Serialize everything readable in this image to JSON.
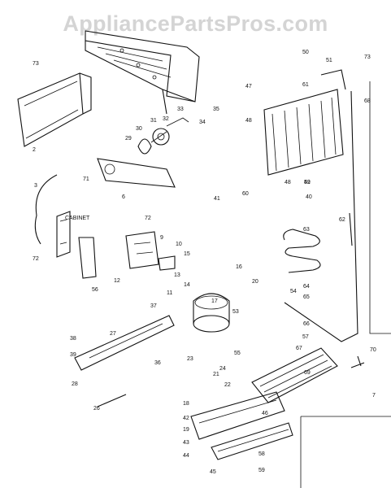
{
  "watermark": "AppliancePartsPros.com",
  "labels": [
    {
      "id": "p73",
      "text": "73"
    },
    {
      "id": "p2",
      "text": "2"
    },
    {
      "id": "p33",
      "text": "33"
    },
    {
      "id": "p35",
      "text": "35"
    },
    {
      "id": "p31",
      "text": "31"
    },
    {
      "id": "p32",
      "text": "32"
    },
    {
      "id": "p30",
      "text": "30"
    },
    {
      "id": "p29",
      "text": "29"
    },
    {
      "id": "p34",
      "text": "34"
    },
    {
      "id": "p71",
      "text": "71"
    },
    {
      "id": "p6",
      "text": "6"
    },
    {
      "id": "p72a",
      "text": "72"
    },
    {
      "id": "p41",
      "text": "41"
    },
    {
      "id": "p3",
      "text": "3"
    },
    {
      "id": "cabinet",
      "text": "CABINET"
    },
    {
      "id": "p72b",
      "text": "72"
    },
    {
      "id": "p56",
      "text": "56"
    },
    {
      "id": "p9",
      "text": "9"
    },
    {
      "id": "p10",
      "text": "10"
    },
    {
      "id": "p15",
      "text": "15"
    },
    {
      "id": "p12",
      "text": "12"
    },
    {
      "id": "p11",
      "text": "11"
    },
    {
      "id": "p14",
      "text": "14"
    },
    {
      "id": "p13",
      "text": "13"
    },
    {
      "id": "p37",
      "text": "37"
    },
    {
      "id": "p27",
      "text": "27"
    },
    {
      "id": "p38",
      "text": "38"
    },
    {
      "id": "p39",
      "text": "39"
    },
    {
      "id": "p28",
      "text": "28"
    },
    {
      "id": "p36",
      "text": "36"
    },
    {
      "id": "p23",
      "text": "23"
    },
    {
      "id": "p21",
      "text": "21"
    },
    {
      "id": "p22",
      "text": "22"
    },
    {
      "id": "p18",
      "text": "18"
    },
    {
      "id": "p19",
      "text": "19"
    },
    {
      "id": "p42",
      "text": "42"
    },
    {
      "id": "p43",
      "text": "43"
    },
    {
      "id": "p44",
      "text": "44"
    },
    {
      "id": "p45",
      "text": "45"
    },
    {
      "id": "p16",
      "text": "16"
    },
    {
      "id": "p17",
      "text": "17"
    },
    {
      "id": "p20",
      "text": "20"
    },
    {
      "id": "p53",
      "text": "53"
    },
    {
      "id": "p55",
      "text": "55"
    },
    {
      "id": "p59",
      "text": "59"
    },
    {
      "id": "p58",
      "text": "58"
    },
    {
      "id": "p57",
      "text": "57"
    },
    {
      "id": "p51",
      "text": "51"
    },
    {
      "id": "p50",
      "text": "50"
    },
    {
      "id": "p47",
      "text": "47"
    },
    {
      "id": "p48",
      "text": "48"
    },
    {
      "id": "p61",
      "text": "61"
    },
    {
      "id": "p73b",
      "text": "73"
    },
    {
      "id": "p68",
      "text": "68"
    },
    {
      "id": "p48b",
      "text": "48"
    },
    {
      "id": "p52",
      "text": "52"
    },
    {
      "id": "p40",
      "text": "40"
    },
    {
      "id": "p62",
      "text": "62"
    },
    {
      "id": "p63",
      "text": "63"
    },
    {
      "id": "p64",
      "text": "64"
    },
    {
      "id": "p65",
      "text": "65"
    },
    {
      "id": "p66",
      "text": "66"
    },
    {
      "id": "p67",
      "text": "67"
    },
    {
      "id": "p70",
      "text": "70"
    },
    {
      "id": "p7",
      "text": "7"
    },
    {
      "id": "p69",
      "text": "69"
    },
    {
      "id": "p60",
      "text": "60"
    },
    {
      "id": "p49",
      "text": "49"
    },
    {
      "id": "p46",
      "text": "46"
    },
    {
      "id": "p54",
      "text": "54"
    },
    {
      "id": "p24",
      "text": "24"
    },
    {
      "id": "p26",
      "text": "26"
    }
  ]
}
